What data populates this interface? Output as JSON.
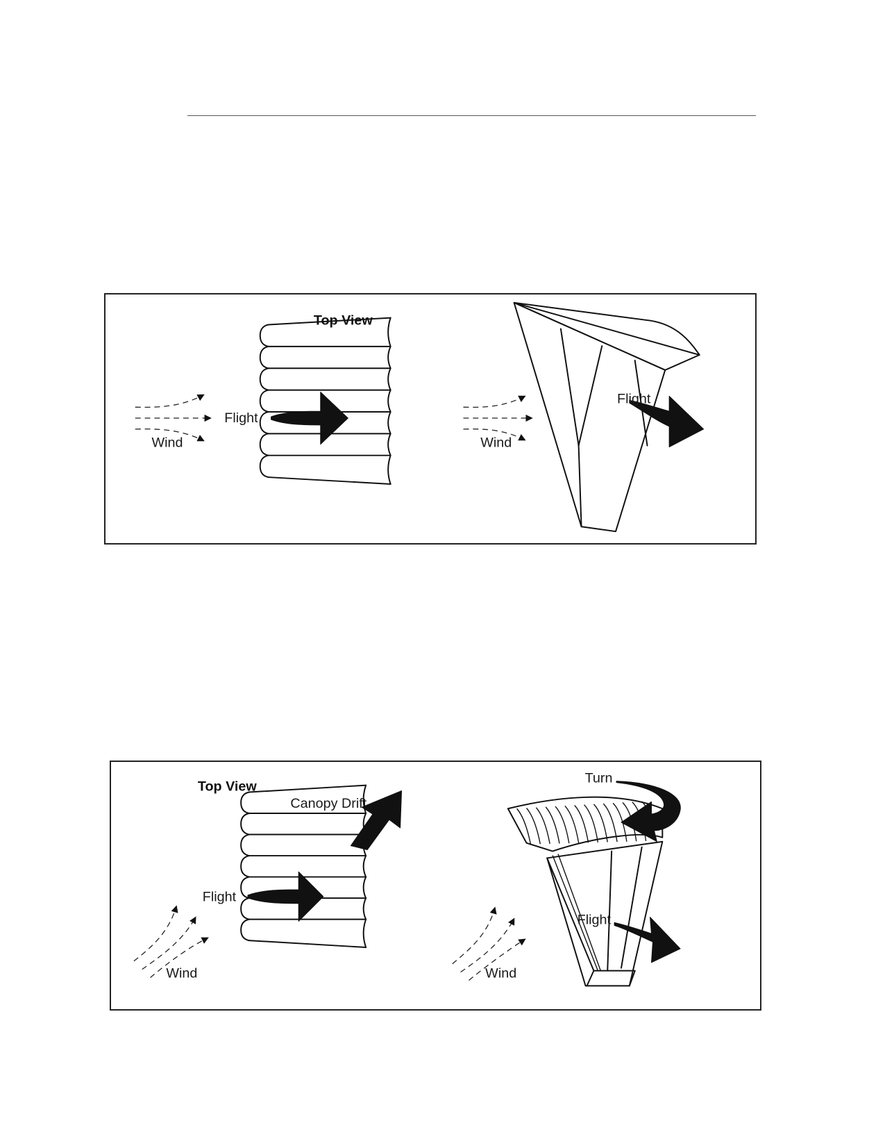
{
  "figure_1": {
    "top_view_label": "Top View",
    "left_flight_label": "Flight",
    "left_wind_label": "Wind",
    "right_wind_label": "Wind",
    "right_flight_label": "Flight"
  },
  "figure_2": {
    "top_view_label": "Top View",
    "canopy_drift_label": "Canopy Drift",
    "left_flight_label": "Flight",
    "left_wind_label": "Wind",
    "turn_label": "Turn",
    "right_flight_label": "Flight",
    "right_wind_label": "Wind"
  }
}
